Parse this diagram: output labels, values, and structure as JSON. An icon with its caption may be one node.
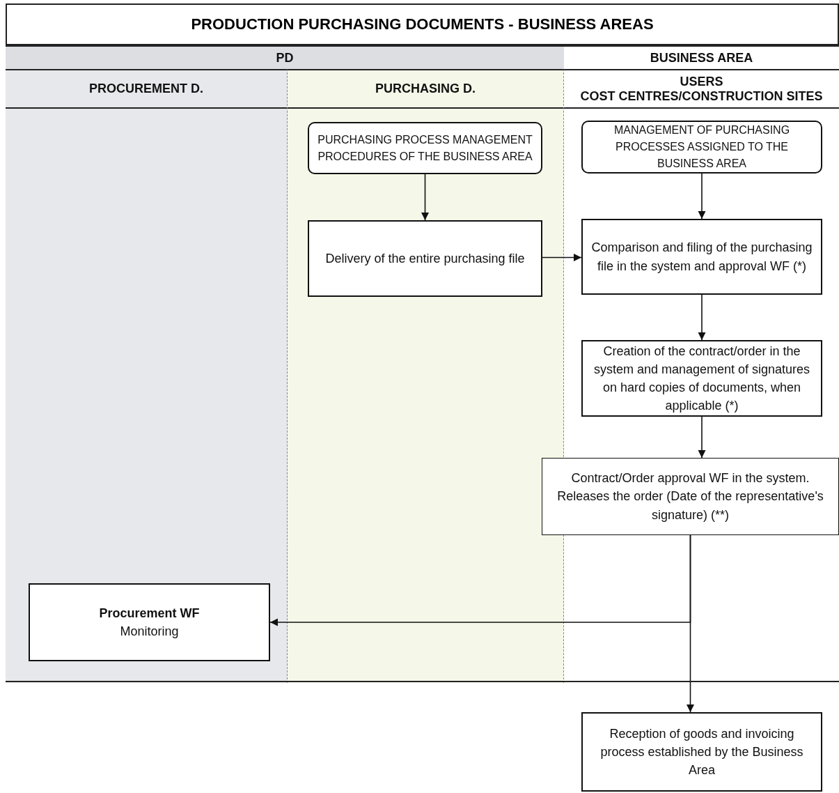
{
  "diagram": {
    "title": "PRODUCTION PURCHASING DOCUMENTS - BUSINESS AREAS",
    "nodes": [
      {
        "text": [
          "PD"
        ]
      },
      {
        "text": [
          "PROCUREMENT D."
        ],
        "in": 0
      },
      {
        "text": [
          "PURCHASING D."
        ],
        "in": 0
      },
      {
        "text": [
          "BUSINESS AREA"
        ]
      },
      {
        "text": [
          "USERS",
          "COST CENTRES/CONSTRUCTION SITES"
        ],
        "in": 3
      },
      {
        "text": [
          "PURCHASING PROCESS MANAGEMENT PROCEDURES OF THE BUSINESS AREA"
        ],
        "in": 2
      },
      {
        "text": [
          "Delivery of the entire purchasing file"
        ],
        "in": 2
      },
      {
        "text": [
          "MANAGEMENT OF PURCHASING PROCESSES ASSIGNED TO THE BUSINESS AREA"
        ],
        "in": 4
      },
      {
        "text": [
          "Comparison and filing of the purchasing file in the system and approval WF (*)"
        ],
        "in": 4
      },
      {
        "text": [
          "Creation of the contract/order in the system and management of signatures on hard copies of documents, when applicable (*)"
        ],
        "in": 4
      },
      {
        "text": [
          "Contract/Order approval WF in the system. Releases the order (Date of the representative's signature) (**)"
        ]
      },
      {
        "text": [
          "Procurement WF",
          "Monitoring"
        ],
        "in": 1
      },
      {
        "text": [
          "Reception of goods and invoicing process established by the Business Area"
        ]
      }
    ],
    "edges": [
      {
        "from": 5,
        "to": 6,
        "arrow": "to"
      },
      {
        "from": 7,
        "to": 8,
        "arrow": "to"
      },
      {
        "from": 6,
        "to": 8,
        "arrow": "to"
      },
      {
        "from": 8,
        "to": 9,
        "arrow": "to"
      },
      {
        "from": 9,
        "to": 10,
        "arrow": "to"
      },
      {
        "from": 10,
        "to": 11,
        "arrow": "to"
      },
      {
        "from": 10,
        "to": 12,
        "arrow": "to"
      }
    ]
  }
}
